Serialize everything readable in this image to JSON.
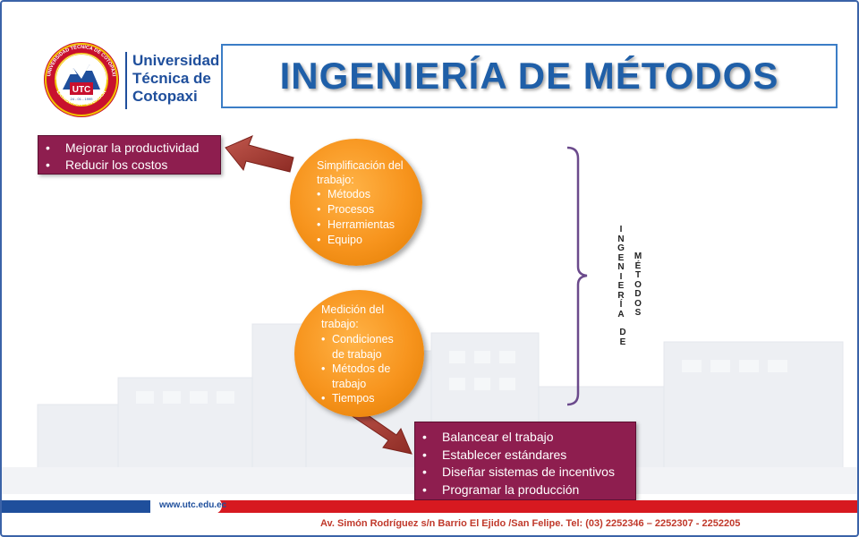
{
  "header": {
    "university_name_line1": "Universidad",
    "university_name_line2": "Técnica de",
    "university_name_line3": "Cotopaxi",
    "seal": {
      "top_text": "UNIVERSIDAD TÉCNICA DE COTOPAXI",
      "bottom_text": "LATACUNGA - ECUADOR",
      "monogram": "UTC",
      "date": "24 - 01 - 1995"
    },
    "title": "INGENIERÍA DE MÉTODOS"
  },
  "top_box": {
    "items": [
      "Mejorar la productividad",
      "Reducir los costos"
    ]
  },
  "circle_simplification": {
    "title": "Simplificación del trabajo:",
    "items": [
      "Métodos",
      "Procesos",
      "Herramientas",
      "Equipo"
    ]
  },
  "circle_measurement": {
    "title": "Medición del trabajo:",
    "items": [
      "Condiciones de trabajo",
      "Métodos de trabajo",
      "Tiempos"
    ]
  },
  "bottom_box": {
    "items": [
      "Balancear el trabajo",
      "Establecer estándares",
      "Diseñar sistemas de incentivos",
      "Programar  la producción"
    ]
  },
  "vertical_label": {
    "word1": "INGENIERÍA",
    "word2": "DE",
    "word3": "MÉTODOS"
  },
  "footer": {
    "url": "www.utc.edu.ec",
    "address": "Av. Simón Rodríguez s/n Barrio El Ejido /San Felipe.   Tel: (03) 2252346 – 2252307 - 2252205"
  },
  "colors": {
    "title_blue": "#1f5fa8",
    "maroon": "#8e1e4f",
    "orange": "#f7941d",
    "arrow": "#a83a32",
    "brace": "#6b4a8c",
    "footer_red": "#d71920"
  }
}
